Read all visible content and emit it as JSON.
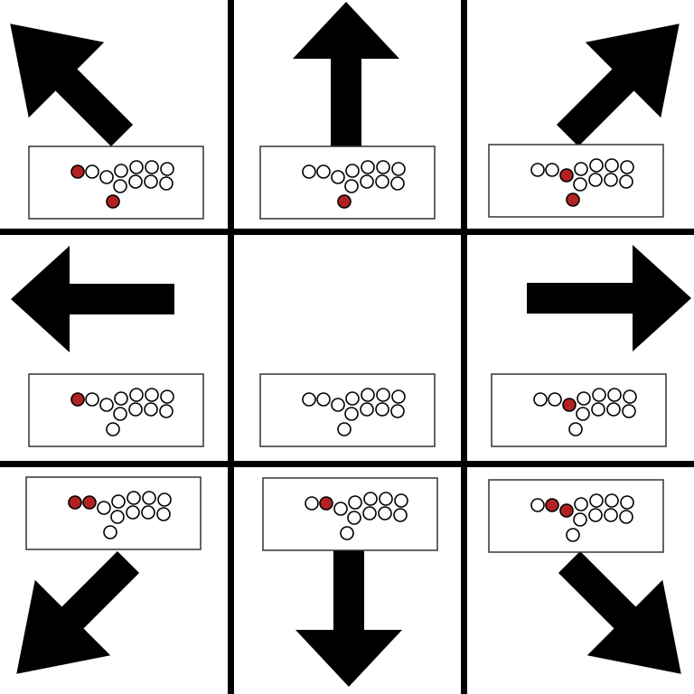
{
  "colors": {
    "active": "#b22222",
    "inactive": "#ffffff",
    "stroke": "#000000",
    "grid": "#000000"
  },
  "panels": [
    {
      "arrow": "arrow-up-left-icon",
      "active": [
        0,
        11
      ]
    },
    {
      "arrow": "arrow-up-icon",
      "active": [
        11
      ]
    },
    {
      "arrow": "arrow-up-right-icon",
      "active": [
        2,
        11
      ]
    },
    {
      "arrow": "arrow-left-icon",
      "active": [
        0
      ]
    },
    {
      "arrow": null,
      "active": []
    },
    {
      "arrow": "arrow-right-icon",
      "active": [
        2
      ]
    },
    {
      "arrow": "arrow-down-left-icon",
      "active": [
        0,
        1
      ]
    },
    {
      "arrow": "arrow-down-icon",
      "active": [
        1
      ]
    },
    {
      "arrow": "arrow-down-right-icon",
      "active": [
        1,
        2
      ]
    }
  ]
}
